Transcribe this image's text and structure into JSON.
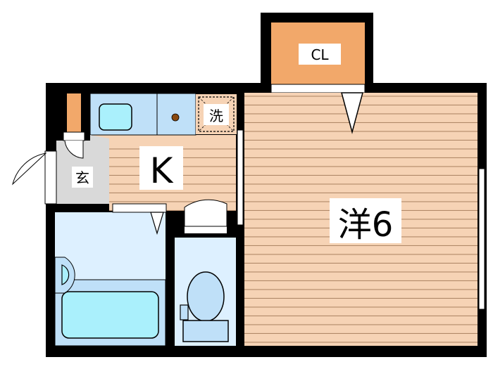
{
  "rooms": {
    "closet": {
      "label": "CL",
      "color": "#f2a86a"
    },
    "kitchen": {
      "label": "K",
      "color": "#f6d3b5"
    },
    "entrance": {
      "label": "玄",
      "color": "#d9d9d9"
    },
    "washer": {
      "label": "洗",
      "color": "#f6d3b5"
    },
    "western_room": {
      "label": "洋6",
      "color": "#f6d3b5"
    },
    "bathroom": {
      "color": "#ddf0ff"
    },
    "toilet": {
      "color": "#ddf0ff"
    }
  },
  "colors": {
    "wall": "#000000",
    "fixture": "#bfe0f8",
    "water": "#aaf0fc",
    "stripe": "#b08868"
  }
}
